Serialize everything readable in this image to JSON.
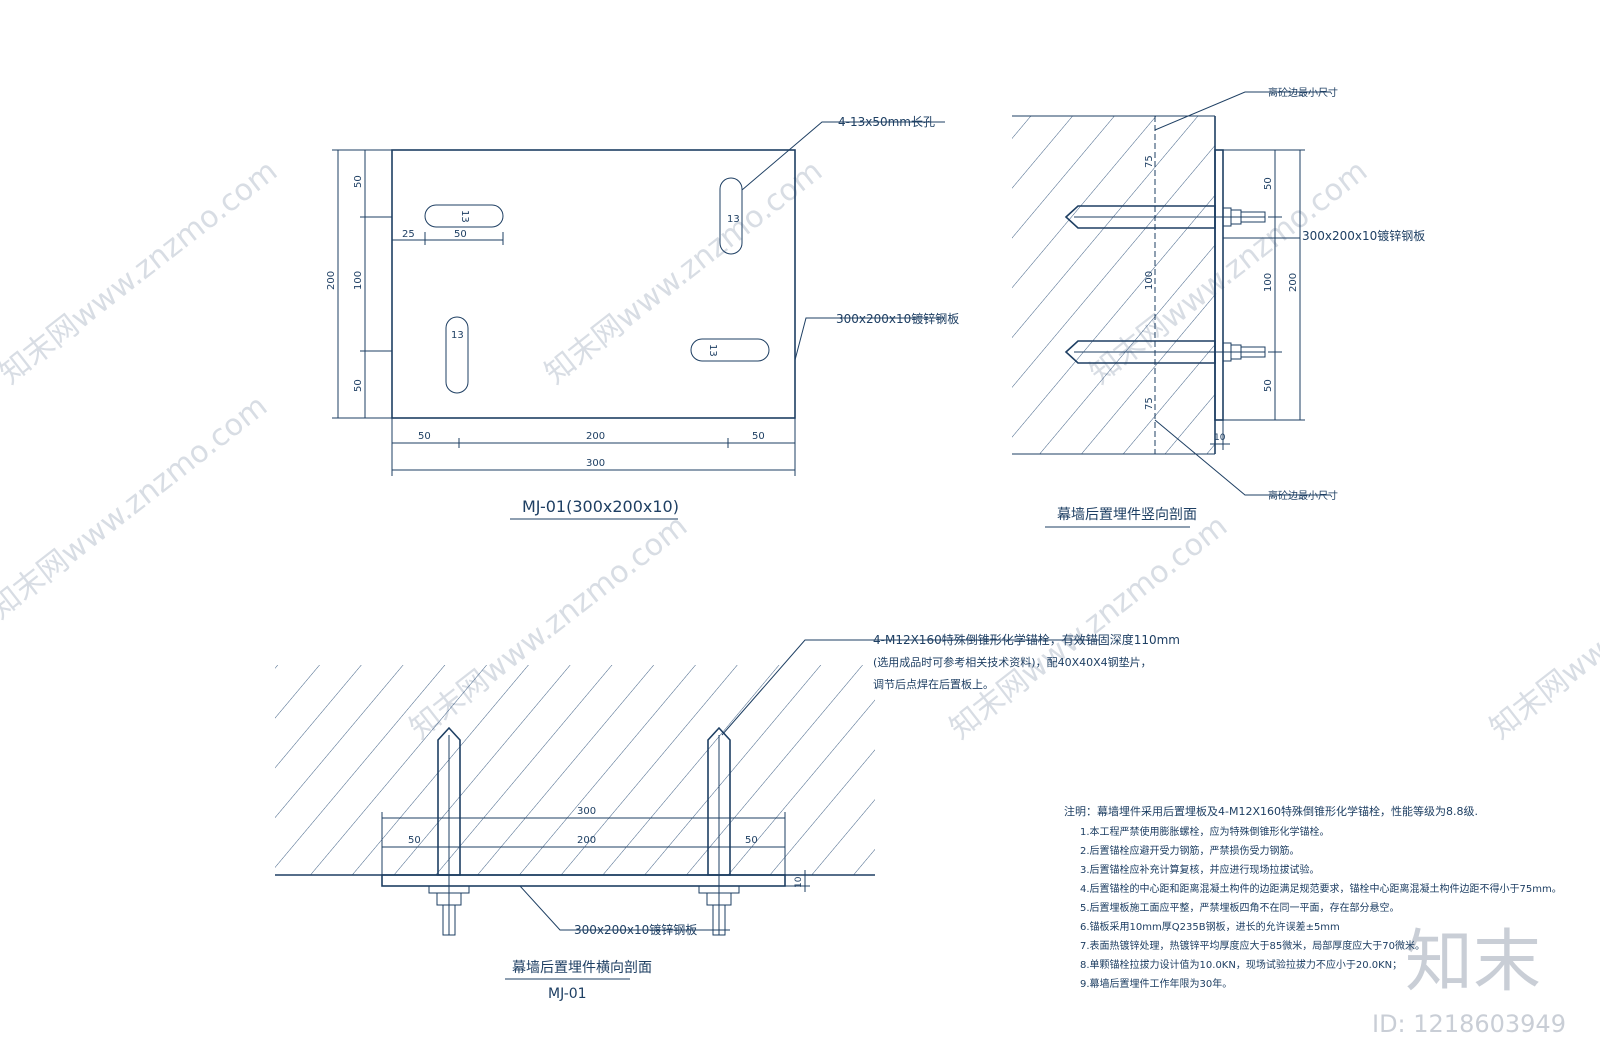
{
  "plate_view": {
    "title": "MJ-01(300x200x10)",
    "slot_label": "4-13x50mm长孔",
    "plate_label": "300x200x10镀锌钢板",
    "dims_bottom": [
      "50",
      "200",
      "50"
    ],
    "dim_total_bottom": "300",
    "dims_left": [
      "50",
      "100",
      "50"
    ],
    "dim_total_left": "200",
    "slot_dims": [
      "25",
      "50"
    ],
    "slot_dia": "13"
  },
  "vertical_section": {
    "title": "幕墙后置埋件竖向剖面",
    "edge_label_top": "离砼边最小尺寸",
    "edge_label_bottom": "离砼边最小尺寸",
    "plate_label": "300x200x10镀锌钢板",
    "dims_right": [
      "50",
      "100",
      "50"
    ],
    "dim_total_right": "200",
    "dims_concrete": [
      "75",
      "100",
      "75"
    ],
    "plate_thickness": "10"
  },
  "horizontal_section": {
    "title": "幕墙后置埋件横向剖面",
    "subtitle": "MJ-01",
    "anchor_note": [
      "4-M12X160特殊倒锥形化学锚栓，有效锚固深度110mm",
      "(选用成品时可参考相关技术资料)，配40X40X4钢垫片，",
      "调节后点焊在后置板上。"
    ],
    "plate_label": "300x200x10镀锌钢板",
    "dim_total": "300",
    "dims": [
      "50",
      "200",
      "50"
    ],
    "plate_thickness": "10"
  },
  "notes": {
    "heading": "注明：幕墙埋件采用后置埋板及4-M12X160特殊倒锥形化学锚栓，性能等级为8.8级.",
    "items": [
      "1.本工程严禁使用膨胀螺栓，应为特殊倒锥形化学锚栓。",
      "2.后置锚栓应避开受力钢筋，严禁损伤受力钢筋。",
      "3.后置锚栓应补充计算复核，并应进行现场拉拔试验。",
      "4.后置锚栓的中心距和距离混凝土构件的边距满足规范要求，锚栓中心距离混凝土构件边距不得小于75mm。",
      "5.后置埋板施工面应平整，严禁埋板四角不在同一平面，存在部分悬空。",
      "6.锚板采用10mm厚Q235B钢板，进长的允许误差±5mm",
      "7.表面热镀锌处理，热镀锌平均厚度应大于85微米，局部厚度应大于70微米。",
      "8.单颗锚栓拉拔力设计值为10.0KN，现场试验拉拔力不应小于20.0KN；",
      "9.幕墙后置埋件工作年限为30年。"
    ]
  },
  "watermark": {
    "text": "知末网www.znzmo.com",
    "brand": "知末",
    "id": "ID: 1218603949"
  }
}
